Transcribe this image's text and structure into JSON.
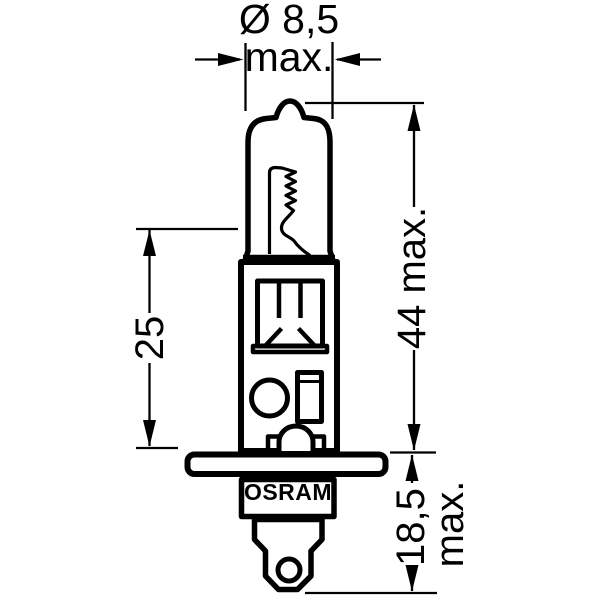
{
  "drawing": {
    "brand_label": "OSRAM",
    "dimensions": {
      "diameter_value": "Ø 8,5",
      "diameter_qualifier": "max.",
      "overall_length": "44 max.",
      "light_center_length": "25",
      "base_length_value": "18,5",
      "base_length_qualifier": "max."
    },
    "colors": {
      "line": "#000000",
      "background": "#ffffff"
    }
  }
}
